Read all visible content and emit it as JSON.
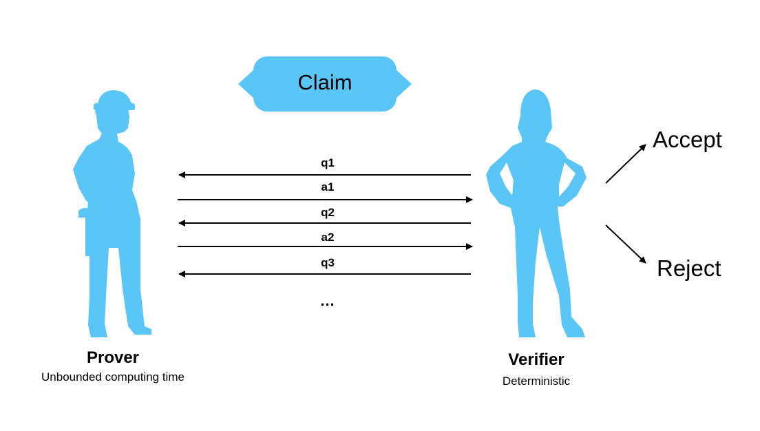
{
  "claim": {
    "label": "Claim"
  },
  "messages": [
    {
      "label": "q1",
      "direction": "to-prover"
    },
    {
      "label": "a1",
      "direction": "to-verifier"
    },
    {
      "label": "q2",
      "direction": "to-prover"
    },
    {
      "label": "a2",
      "direction": "to-verifier"
    },
    {
      "label": "q3",
      "direction": "to-prover"
    }
  ],
  "continuation": "...",
  "prover": {
    "name": "Prover",
    "description": "Unbounded computing time"
  },
  "verifier": {
    "name": "Verifier",
    "description": "Deterministic"
  },
  "outcomes": {
    "accept": "Accept",
    "reject": "Reject"
  },
  "colors": {
    "figure": "#5ac5f7",
    "arrow": "#000000",
    "background": "#ffffff"
  }
}
